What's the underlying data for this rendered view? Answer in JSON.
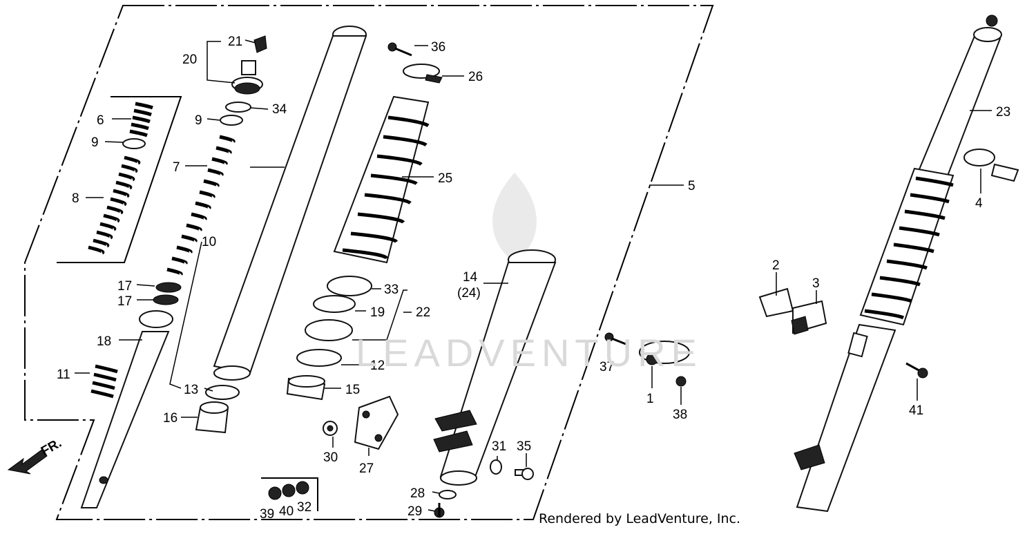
{
  "callouts": {
    "c1": "1",
    "c2": "2",
    "c3": "3",
    "c4": "4",
    "c5": "5",
    "c6": "6",
    "c7": "7",
    "c8": "8",
    "c9a": "9",
    "c9b": "9",
    "c10": "10",
    "c11": "11",
    "c12": "12",
    "c13": "13",
    "c14": "14",
    "c14b": "(24)",
    "c15": "15",
    "c16": "16",
    "c17a": "17",
    "c17b": "17",
    "c18": "18",
    "c19": "19",
    "c20": "20",
    "c21": "21",
    "c22": "22",
    "c23": "23",
    "c25": "25",
    "c26": "26",
    "c27": "27",
    "c28": "28",
    "c29": "29",
    "c30": "30",
    "c31": "31",
    "c32": "32",
    "c33": "33",
    "c34": "34",
    "c35": "35",
    "c36": "36",
    "c37": "37",
    "c38": "38",
    "c39": "39",
    "c40": "40",
    "c41": "41"
  },
  "direction_marker": "FR.",
  "watermark": "LEADVENTURE",
  "credit": "Rendered by LeadVenture, Inc."
}
